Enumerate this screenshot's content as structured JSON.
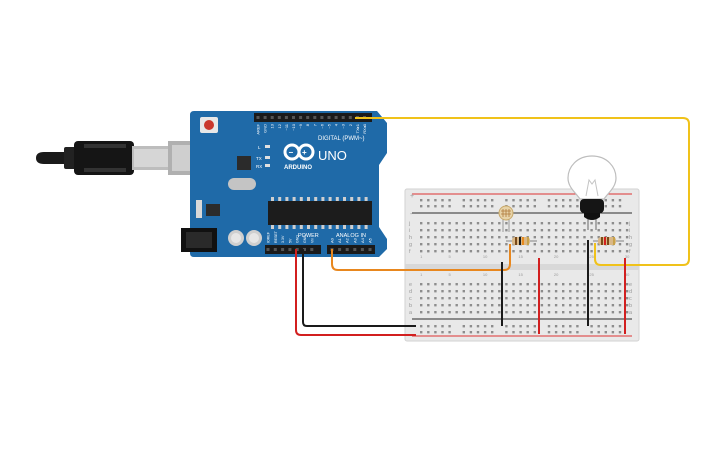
{
  "board": {
    "brand": "ARDUINO",
    "model": "UNO",
    "digital_label": "DIGITAL (PWM~)",
    "power_label": "POWER",
    "analog_label": "ANALOG IN",
    "pin_labels_digital": [
      "AREF",
      "GND",
      "13",
      "12",
      "~11",
      "~10",
      "~9",
      "8",
      "7",
      "~6",
      "~5",
      "4",
      "~3",
      "2",
      "TX▸1",
      "RX◂0"
    ],
    "pin_labels_power": [
      "IOREF",
      "RESET",
      "3.3V",
      "5V",
      "GND",
      "GND",
      "Vin"
    ],
    "pin_labels_analog": [
      "A0",
      "A1",
      "A2",
      "A3",
      "A4",
      "A5"
    ],
    "led_labels": [
      "L",
      "TX",
      "RX"
    ]
  },
  "breadboard": {
    "row_letters_top": [
      "j",
      "i",
      "h",
      "g",
      "f"
    ],
    "row_letters_bottom": [
      "e",
      "d",
      "c",
      "b",
      "a"
    ],
    "column_numbers": [
      "1",
      "5",
      "10",
      "15",
      "20",
      "25",
      "30"
    ],
    "rail_signs": [
      "+",
      "-"
    ]
  },
  "colors": {
    "board": "#1f6aa8",
    "wire_yellow": "#f0c21a",
    "wire_orange": "#e8871e",
    "wire_red": "#d21f1f",
    "wire_black": "#1a1a1a"
  }
}
